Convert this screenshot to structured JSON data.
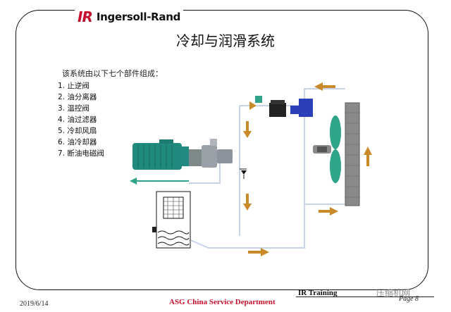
{
  "brand": {
    "mark": "IR",
    "name": "Ingersoll-Rand",
    "brand_color": "#c8102e"
  },
  "slide": {
    "title": "冷却与润滑系统",
    "intro": "该系统由以下七个部件组成：",
    "parts": [
      "1. 止逆阀",
      "2. 油分离器",
      "3. 温控阀",
      "4. 油过滤器",
      "5. 冷却风扇",
      "6. 油冷却器",
      "7. 断油电磁阀"
    ]
  },
  "diagram": {
    "pipe_color": "#c7d3ea",
    "motor_color": "#1f8a7d",
    "flow_arrow_color": "#c98a2a",
    "outlet_arrow_color": "#2ea58a",
    "cooler_color": "#8a8a8a",
    "filter_color": "#2a3fb8"
  },
  "footer": {
    "date": "2019/6/14",
    "department": "ASG China  Service Department",
    "training": "IR Training",
    "page": "Page 8",
    "watermark": "压缩机网"
  }
}
